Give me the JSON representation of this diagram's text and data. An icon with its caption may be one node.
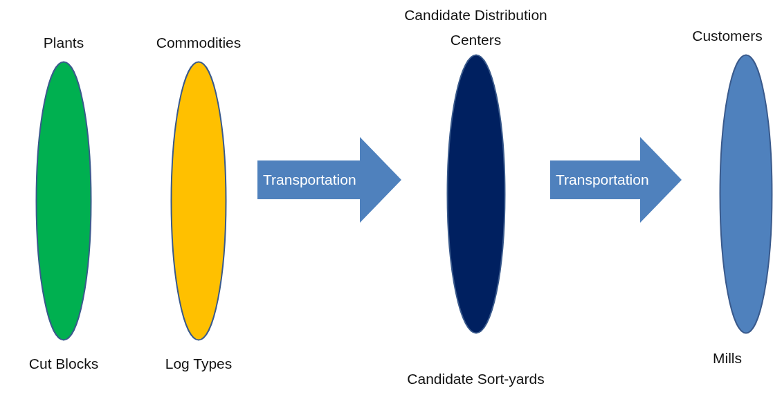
{
  "diagram": {
    "nodes": [
      {
        "text": [
          "Plants",
          "Cut Blocks"
        ]
      },
      {
        "text": [
          "Commodities",
          "Log Types"
        ]
      },
      {
        "text": [
          "Candidate Distribution Centers",
          "Candidate Sort-yards"
        ]
      },
      {
        "text": [
          "Customers",
          "Mills"
        ]
      }
    ],
    "edges": [
      {
        "from": 1,
        "to": 2,
        "arrow": "to",
        "label": "Transportation"
      },
      {
        "from": 2,
        "to": 3,
        "arrow": "to",
        "label": "Transportation"
      }
    ]
  }
}
